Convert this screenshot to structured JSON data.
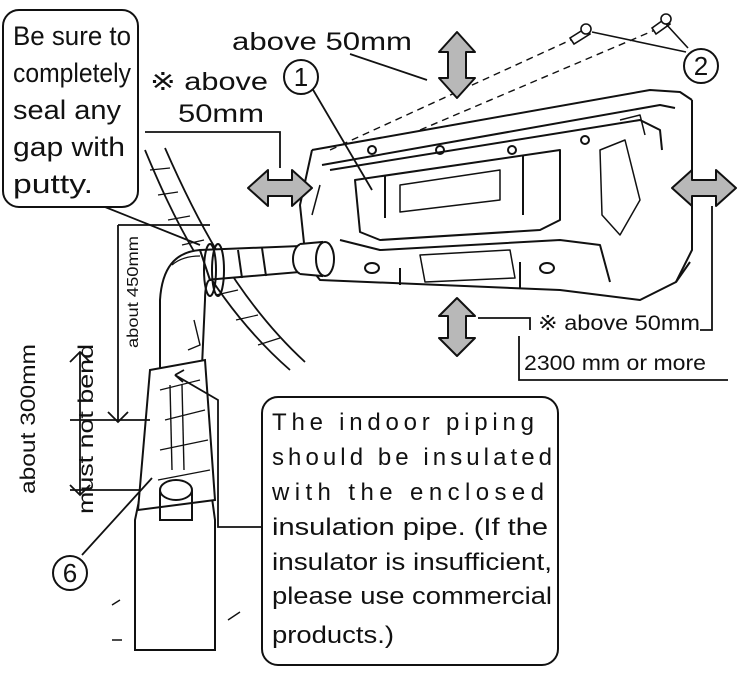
{
  "callout_putty": {
    "lines": [
      "Be sure to",
      "completely",
      "seal any",
      "gap with",
      "putty."
    ]
  },
  "label_top_clearance": "above 50mm",
  "label_left_clearance": {
    "lines": [
      "※ above",
      "50mm"
    ]
  },
  "label_right_bottom_clearance": "※ above 50mm",
  "label_floor_height": "2300 mm or more",
  "label_pipe_height": "about 450mm",
  "label_about_300": "about 300mm",
  "label_must_not_bend": "must not bend",
  "callout_insulation": {
    "lines": [
      "The indoor piping",
      "should be insulated",
      "with the enclosed",
      "insulation pipe. (If the",
      "insulator is insufficient,",
      "please use commercial",
      "products.)"
    ]
  },
  "part_numbers": {
    "n1": "1",
    "n2": "2",
    "n6": "6"
  },
  "colors": {
    "line": "#111111",
    "arrow_fill": "#b8b8b8",
    "background": "#ffffff"
  }
}
